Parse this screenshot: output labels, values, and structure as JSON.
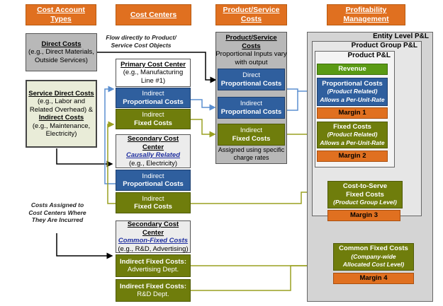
{
  "headers": {
    "cost_account_types": "Cost Account Types",
    "cost_centers": "Cost Centers",
    "product_service_costs": "Product/Service Costs",
    "profitability_management": "Profitability Management"
  },
  "direct_costs": {
    "title": "Direct Costs",
    "desc": "(e.g., Direct Materials, Outside Services)"
  },
  "flow_note": "Flow directly to Product/ Service Cost Objects",
  "service_direct": {
    "title": "Service Direct Costs",
    "desc1": "(e.g., Labor and Related Overhead) &",
    "indirect_title": "Indirect Costs",
    "desc2": "(e.g., Maintenance, Electricity)"
  },
  "assigned_note": "Costs Assigned to Cost Centers Where They Are Incurred",
  "primary_cc": {
    "title": "Primary Cost Center",
    "desc": "(e.g., Manufacturing Line #1)",
    "prop_a": "Indirect",
    "prop_b": "Proportional Costs",
    "fixed_a": "Indirect",
    "fixed_b": "Fixed Costs"
  },
  "secondary_cc": {
    "title": "Secondary Cost Center",
    "sub": "Causally Related",
    "desc": "(e.g., Electricity)",
    "prop_a": "Indirect",
    "prop_b": "Proportional Costs",
    "fixed_a": "Indirect",
    "fixed_b": "Fixed Costs"
  },
  "secondary_common": {
    "title": "Secondary Cost Center",
    "sub": "Common-Fixed Costs",
    "desc": "(e.g., R&D, Advertising)",
    "adv_a": "Indirect Fixed Costs:",
    "adv_b": "Advertising Dept.",
    "rd_a": "Indirect Fixed Costs:",
    "rd_b": "R&D Dept."
  },
  "psc_panel": {
    "title": "Product/Service Costs",
    "desc": "Proportional Inputs vary with output",
    "direct_a": "Direct",
    "direct_b": "Proportional Costs",
    "indirect_a": "Indirect",
    "indirect_b": "Proportional Costs",
    "fixed_a": "Indirect",
    "fixed_b": "Fixed Costs",
    "assigned": "Assigned using specific charge rates"
  },
  "pl": {
    "entity": "Entity Level P&L",
    "group": "Product Group P&L",
    "product": "Product P&L",
    "revenue": "Revenue",
    "prop_title": "Proportional Costs",
    "prop_sub1": "(Product Related)",
    "prop_sub2": "Allows a Per-Unit-Rate",
    "margin1": "Margin 1",
    "fixed_title": "Fixed Costs",
    "fixed_sub1": "(Product Related)",
    "fixed_sub2": "Allows a Per-Unit-Rate",
    "margin2": "Margin 2",
    "cts_title1": "Cost-to-Serve",
    "cts_title2": "Fixed Costs",
    "cts_sub": "(Product Group Level)",
    "margin3": "Margin 3",
    "common_title": "Common Fixed Costs",
    "common_sub1": "(Company-wide",
    "common_sub2": "Allocated Cost Level)",
    "margin4": "Margin 4"
  },
  "colors": {
    "header_orange": "#e07020",
    "blue": "#2f5f9e",
    "olive": "#6f7d0c",
    "green": "#5a9a14",
    "arrow_blue": "#5b8fd0",
    "arrow_olive": "#9aa020",
    "arrow_orange": "#e07020"
  }
}
